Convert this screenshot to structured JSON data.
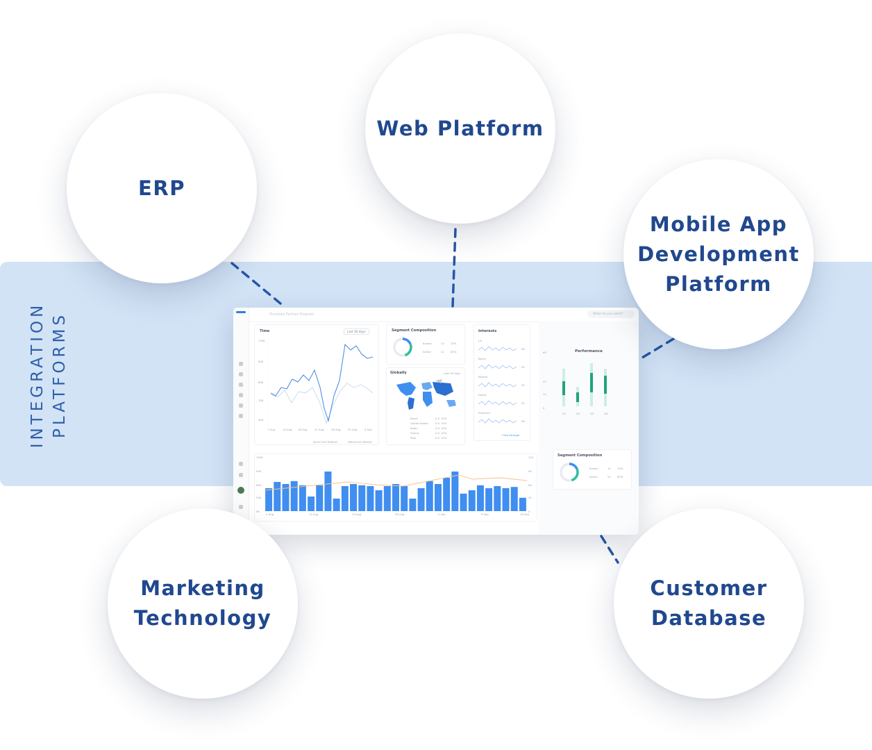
{
  "band": {
    "title_line1": "INTEGRATION",
    "title_line2": "PLATFORMS"
  },
  "nodes": {
    "erp": {
      "lines": [
        "ERP"
      ]
    },
    "web": {
      "lines": [
        "Web Platform"
      ]
    },
    "mobile": {
      "lines": [
        "Mobile App",
        "Development",
        "Platform"
      ]
    },
    "marketing": {
      "lines": [
        "Marketing",
        "Technology"
      ]
    },
    "customer": {
      "lines": [
        "Customer",
        "Database"
      ]
    }
  },
  "colors": {
    "band": "#d2e3f6",
    "node_text": "#20488e",
    "connector": "#2757a7",
    "accent_blue": "#3f8ef0",
    "accent_green": "#21a37a",
    "accent_orange": "#f2c38c"
  },
  "dashboard": {
    "top_title": "Previews Partner Program",
    "search_placeholder": "What do you want?",
    "time_card": {
      "title": "Time",
      "range": "Last 30 days",
      "y_ticks": [
        "120K",
        "80K",
        "60K",
        "70K",
        "40K"
      ],
      "x_ticks": [
        "7 Aug",
        "14 Aug",
        "18 Aug",
        "21 Aug",
        "28 Aug",
        "31 Aug",
        "5 Sep"
      ],
      "legend_selected": "SELECTED PERIOD",
      "legend_previous": "PREVIOUS PERIOD"
    },
    "segment_card": {
      "title": "Segment Composition",
      "rows": [
        {
          "label": "Known",
          "count": "12",
          "pct": "10%"
        },
        {
          "label": "Active",
          "count": "21",
          "pct": "85%"
        }
      ]
    },
    "globally_card": {
      "title": "Globally",
      "range": "Last 30 days",
      "rows": [
        {
          "label": "Brazil",
          "val": "0.0",
          "pct": "10%"
        },
        {
          "label": "United States",
          "val": "0.0",
          "pct": "10%"
        },
        {
          "label": "Spain",
          "val": "0.0",
          "pct": "10%"
        },
        {
          "label": "France",
          "val": "0.0",
          "pct": "10%"
        },
        {
          "label": "Italy",
          "val": "0.0",
          "pct": "10%"
        }
      ]
    },
    "interests_card": {
      "title": "Interests",
      "items": [
        {
          "label": "LA",
          "val": "96"
        },
        {
          "label": "Berlin",
          "val": "93"
        },
        {
          "label": "Madrid",
          "val": "93"
        },
        {
          "label": "Dallas",
          "val": "93"
        },
        {
          "label": "Frankfurt",
          "val": "96"
        }
      ],
      "link": "Click through"
    },
    "performance": {
      "title": "Performance",
      "y_ticks": [
        "60",
        "25",
        "10",
        "0"
      ],
      "x_ticks": [
        "Q1",
        "Q2",
        "Q3",
        "Q4"
      ]
    },
    "segment_card_2": {
      "title": "Segment Composition",
      "rows": [
        {
          "label": "Known",
          "count": "12",
          "pct": "10%"
        },
        {
          "label": "Active",
          "count": "21",
          "pct": "85%"
        }
      ]
    },
    "bottom_chart": {
      "y_left": [
        "120K",
        "90K",
        "60K",
        "30K",
        "0K"
      ],
      "y_right": [
        "120",
        "90",
        "60",
        "30",
        "0"
      ],
      "x_ticks": [
        "5 Aug",
        "12 Aug",
        "19 Aug",
        "26 Aug",
        "2 Sep",
        "9 Sep",
        "16 Sep"
      ],
      "bars": [
        0.55,
        0.7,
        0.65,
        0.72,
        0.62,
        0.35,
        0.62,
        0.95,
        0.3,
        0.6,
        0.65,
        0.62,
        0.6,
        0.5,
        0.6,
        0.65,
        0.6,
        0.3,
        0.55,
        0.72,
        0.65,
        0.8,
        0.95,
        0.42,
        0.5,
        0.62,
        0.55,
        0.6,
        0.55,
        0.58,
        0.32
      ]
    }
  }
}
